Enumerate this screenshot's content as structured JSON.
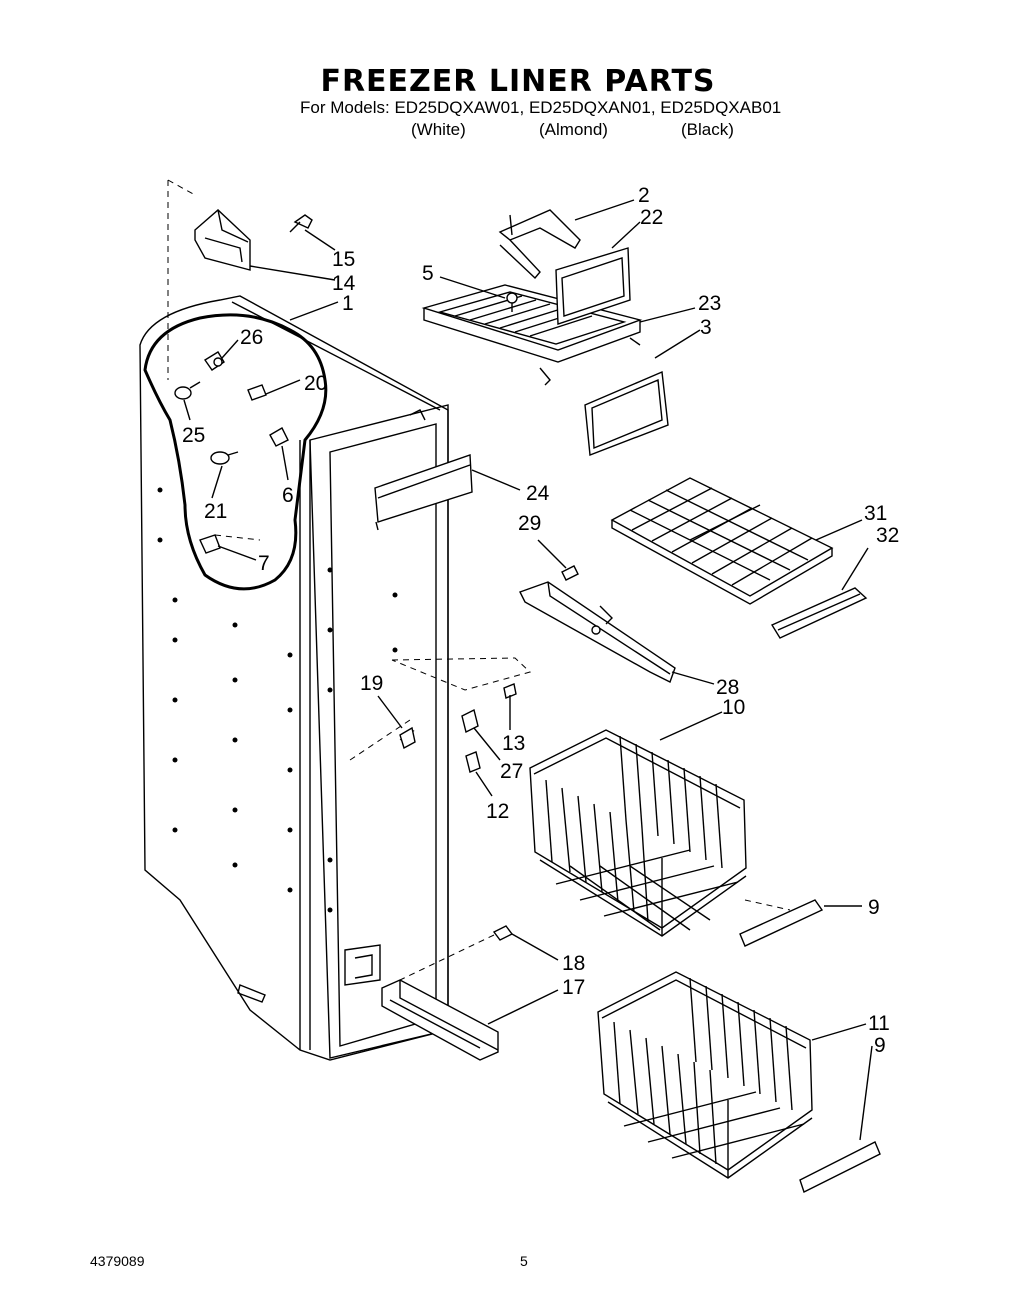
{
  "title": "FREEZER LINER PARTS",
  "models_line": "For Models: ED25DQXAW01, ED25DQXAN01, ED25DQXAB01",
  "colors": [
    "(White)",
    "(Almond)",
    "(Black)"
  ],
  "callouts": [
    "2",
    "22",
    "5",
    "23",
    "3",
    "15",
    "14",
    "1",
    "26",
    "20",
    "25",
    "6",
    "21",
    "7",
    "24",
    "29",
    "31",
    "32",
    "28",
    "19",
    "10",
    "13",
    "27",
    "12",
    "9",
    "18",
    "17",
    "11",
    "9"
  ],
  "footer": {
    "doc_number": "4379089",
    "page_number": "5"
  }
}
